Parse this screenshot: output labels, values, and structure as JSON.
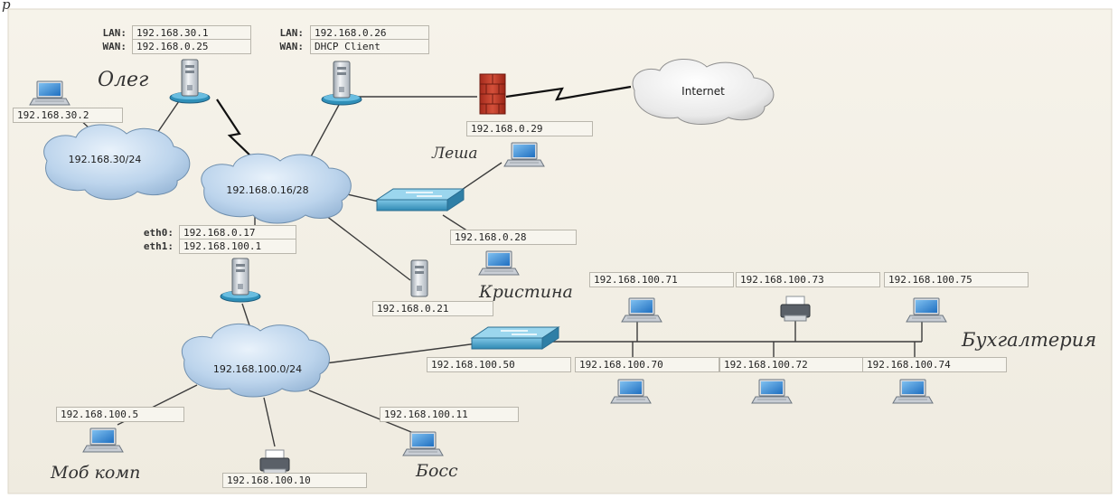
{
  "page_marker": "p",
  "colors": {
    "background": "#f4f1e8",
    "cloud": "#bcd4ec",
    "switch": "#4aa3c8",
    "router": "#d9dde2",
    "firewall": "#c23a2a"
  },
  "clouds": {
    "net30": "192.168.30/24",
    "net0": "192.168.0.16/28",
    "net100": "192.168.100.0/24",
    "internet": "Internet"
  },
  "router1": {
    "lan_key": "LAN:",
    "lan": "192.168.30.1",
    "wan_key": "WAN:",
    "wan": "192.168.0.25"
  },
  "router2": {
    "lan_key": "LAN:",
    "lan": "192.168.0.26",
    "wan_key": "WAN:",
    "wan": "DHCP Client"
  },
  "router3": {
    "eth0_key": "eth0:",
    "eth0": "192.168.0.17",
    "eth1_key": "eth1:",
    "eth1": "192.168.100.1"
  },
  "hosts": {
    "oleg_pc": "192.168.30.2",
    "lesha_pc": "192.168.0.29",
    "kristina_pc": "192.168.0.28",
    "server": "192.168.0.21",
    "switch2": "192.168.100.50",
    "pc71": "192.168.100.71",
    "printer73": "192.168.100.73",
    "pc75": "192.168.100.75",
    "pc70": "192.168.100.70",
    "pc72": "192.168.100.72",
    "pc74": "192.168.100.74",
    "mob": "192.168.100.5",
    "printer10": "192.168.100.10",
    "boss": "192.168.100.11"
  },
  "names": {
    "oleg": "Олег",
    "lesha": "Леша",
    "kristina": "Кристина",
    "accounting": "Бухгалтерия",
    "mob": "Моб комп",
    "boss": "Босс"
  }
}
